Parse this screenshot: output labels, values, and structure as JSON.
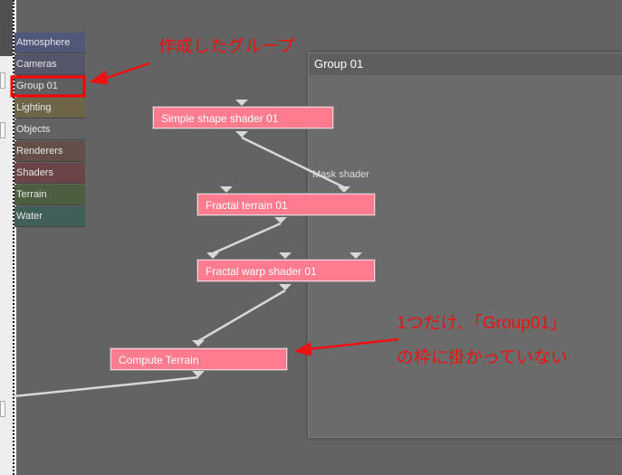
{
  "categories": [
    {
      "label": "Atmosphere",
      "color": "#4f5878"
    },
    {
      "label": "Cameras",
      "color": "#55556a"
    },
    {
      "label": "Group 01",
      "color": "#5f5f5f"
    },
    {
      "label": "Lighting",
      "color": "#6e6448"
    },
    {
      "label": "Objects",
      "color": "#626262"
    },
    {
      "label": "Renderers",
      "color": "#634f48"
    },
    {
      "label": "Shaders",
      "color": "#6a4446"
    },
    {
      "label": "Terrain",
      "color": "#4b5e3f"
    },
    {
      "label": "Water",
      "color": "#3f5f58"
    }
  ],
  "group": {
    "title": "Group 01"
  },
  "nodes": {
    "n1": "Simple shape shader 01",
    "n2": "Fractal terrain 01",
    "n3": "Fractal warp shader 01",
    "n4": "Compute Terrain"
  },
  "edge_label": "Mask shader",
  "annotations": {
    "a1": "作成したグループ",
    "a2_line1": "1つだけ、「Group01」",
    "a2_line2": "の枠に掛かっていない"
  }
}
